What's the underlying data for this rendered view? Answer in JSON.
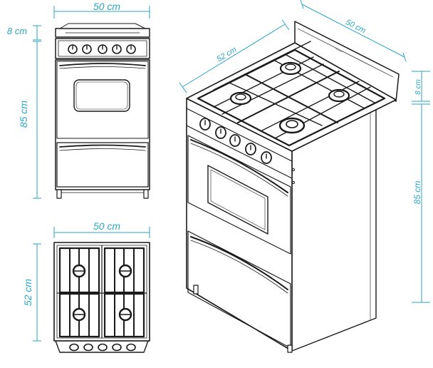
{
  "colors": {
    "dimension": "#2aa6c6",
    "ink": "#1a1a1a",
    "background": "#ffffff"
  },
  "front_view": {
    "width_label": "50 cm",
    "top_height_label": "8 cm",
    "body_height_label": "85 cm",
    "knob_count": 5
  },
  "top_view": {
    "width_label": "50 cm",
    "depth_label": "52 cm",
    "burner_count": 4,
    "knob_count": 5
  },
  "perspective_view": {
    "depth_label": "52 cm",
    "width_label": "50 cm",
    "top_height_label": "8 cm",
    "body_height_label": "85 cm",
    "burner_count": 4,
    "knob_count": 5
  }
}
